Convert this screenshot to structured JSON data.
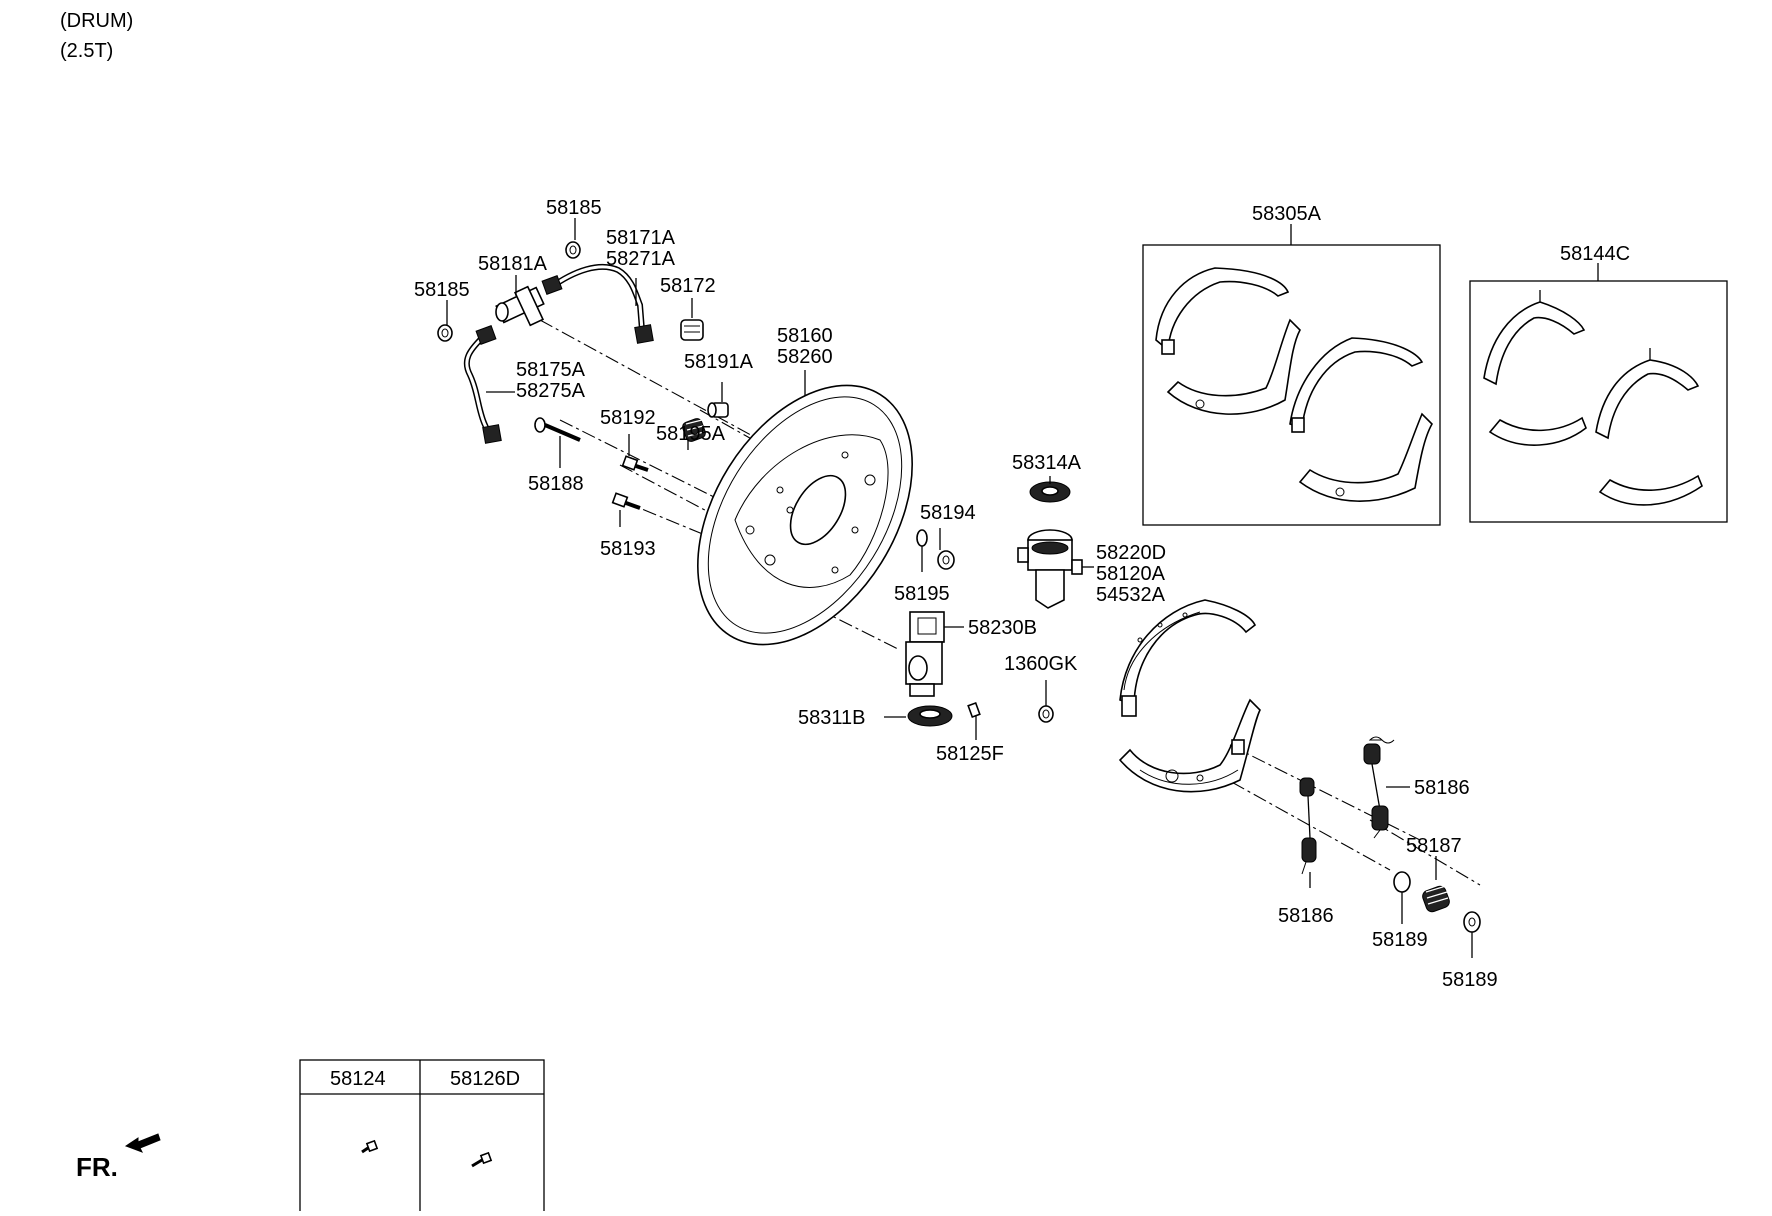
{
  "header": {
    "line1": "(DRUM)",
    "line2": "(2.5T)"
  },
  "front_indicator": "FR.",
  "labels": {
    "p58185_top": "58185",
    "p58171A": "58171A",
    "p58271A": "58271A",
    "p58181A": "58181A",
    "p58185_left": "58185",
    "p58172": "58172",
    "p58160": "58160",
    "p58260": "58260",
    "p58175A": "58175A",
    "p58275A": "58275A",
    "p58191A": "58191A",
    "p58192": "58192",
    "p58195A": "58195A",
    "p58188": "58188",
    "p58193": "58193",
    "p58194": "58194",
    "p58195": "58195",
    "p58314A": "58314A",
    "p58220D": "58220D",
    "p58120A": "58120A",
    "p54532A": "54532A",
    "p58230B": "58230B",
    "p1360GK": "1360GK",
    "p58311B": "58311B",
    "p58125F": "58125F",
    "p58305A": "58305A",
    "p58144C": "58144C",
    "p58186_right": "58186",
    "p58186_low": "58186",
    "p58187": "58187",
    "p58189_a": "58189",
    "p58189_b": "58189"
  },
  "bolt_table": {
    "col1": "58124",
    "col2": "58126D"
  }
}
